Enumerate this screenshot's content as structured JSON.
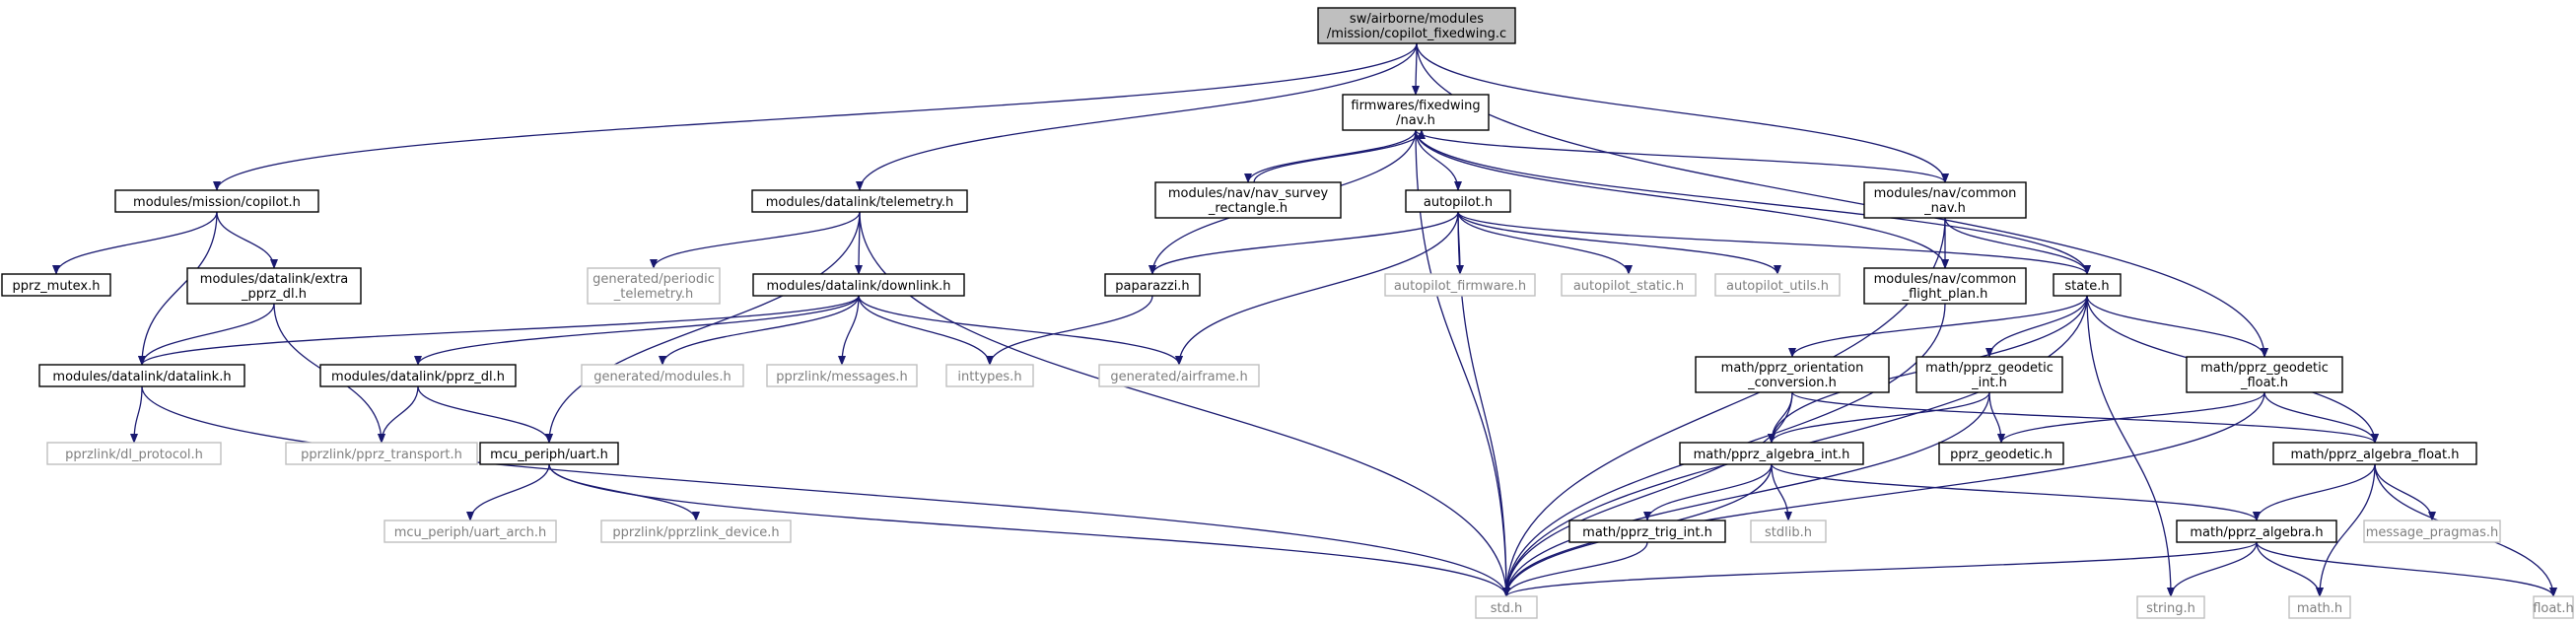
{
  "colors": {
    "edge": "#191970",
    "root_fill": "#bfbfbf",
    "root_stroke": "#000000",
    "node_stroke": "#000000",
    "external_stroke": "#bfbfbf",
    "text": "#000000",
    "external_text": "#7f7f7f"
  },
  "nodes": [
    {
      "id": "root",
      "lines": [
        "sw/airborne/modules",
        "/mission/copilot_fixedwing.c"
      ],
      "kind": "root"
    },
    {
      "id": "nav",
      "lines": [
        "firmwares/fixedwing",
        "/nav.h"
      ],
      "kind": "normal"
    },
    {
      "id": "copilot",
      "lines": [
        "modules/mission/copilot.h"
      ],
      "kind": "normal"
    },
    {
      "id": "telemetry",
      "lines": [
        "modules/datalink/telemetry.h"
      ],
      "kind": "normal"
    },
    {
      "id": "survey",
      "lines": [
        "modules/nav/nav_survey",
        "_rectangle.h"
      ],
      "kind": "normal"
    },
    {
      "id": "autopilot",
      "lines": [
        "autopilot.h"
      ],
      "kind": "normal"
    },
    {
      "id": "commonnav",
      "lines": [
        "modules/nav/common",
        "_nav.h"
      ],
      "kind": "normal"
    },
    {
      "id": "mutex",
      "lines": [
        "pprz_mutex.h"
      ],
      "kind": "normal"
    },
    {
      "id": "extra",
      "lines": [
        "modules/datalink/extra",
        "_pprz_dl.h"
      ],
      "kind": "normal"
    },
    {
      "id": "gentelem",
      "lines": [
        "generated/periodic",
        "_telemetry.h"
      ],
      "kind": "external"
    },
    {
      "id": "downlink",
      "lines": [
        "modules/datalink/downlink.h"
      ],
      "kind": "normal"
    },
    {
      "id": "paparazzi",
      "lines": [
        "paparazzi.h"
      ],
      "kind": "normal"
    },
    {
      "id": "apfirm",
      "lines": [
        "autopilot_firmware.h"
      ],
      "kind": "external"
    },
    {
      "id": "apstatic",
      "lines": [
        "autopilot_static.h"
      ],
      "kind": "external"
    },
    {
      "id": "aputils",
      "lines": [
        "autopilot_utils.h"
      ],
      "kind": "external"
    },
    {
      "id": "flightplan",
      "lines": [
        "modules/nav/common",
        "_flight_plan.h"
      ],
      "kind": "normal"
    },
    {
      "id": "state",
      "lines": [
        "state.h"
      ],
      "kind": "normal"
    },
    {
      "id": "datalink",
      "lines": [
        "modules/datalink/datalink.h"
      ],
      "kind": "normal"
    },
    {
      "id": "pprzdl",
      "lines": [
        "modules/datalink/pprz_dl.h"
      ],
      "kind": "normal"
    },
    {
      "id": "genmodules",
      "lines": [
        "generated/modules.h"
      ],
      "kind": "external"
    },
    {
      "id": "messages",
      "lines": [
        "pprzlink/messages.h"
      ],
      "kind": "external"
    },
    {
      "id": "inttypes",
      "lines": [
        "inttypes.h"
      ],
      "kind": "external"
    },
    {
      "id": "airframe",
      "lines": [
        "generated/airframe.h"
      ],
      "kind": "external"
    },
    {
      "id": "orient",
      "lines": [
        "math/pprz_orientation",
        "_conversion.h"
      ],
      "kind": "normal"
    },
    {
      "id": "geoint",
      "lines": [
        "math/pprz_geodetic",
        "_int.h"
      ],
      "kind": "normal"
    },
    {
      "id": "geofloat",
      "lines": [
        "math/pprz_geodetic",
        "_float.h"
      ],
      "kind": "normal"
    },
    {
      "id": "dlproto",
      "lines": [
        "pprzlink/dl_protocol.h"
      ],
      "kind": "external"
    },
    {
      "id": "transport",
      "lines": [
        "pprzlink/pprz_transport.h"
      ],
      "kind": "external"
    },
    {
      "id": "uart",
      "lines": [
        "mcu_periph/uart.h"
      ],
      "kind": "normal"
    },
    {
      "id": "algint",
      "lines": [
        "math/pprz_algebra_int.h"
      ],
      "kind": "normal"
    },
    {
      "id": "geodetic",
      "lines": [
        "pprz_geodetic.h"
      ],
      "kind": "normal"
    },
    {
      "id": "algfloat",
      "lines": [
        "math/pprz_algebra_float.h"
      ],
      "kind": "normal"
    },
    {
      "id": "uartarch",
      "lines": [
        "mcu_periph/uart_arch.h"
      ],
      "kind": "external"
    },
    {
      "id": "device",
      "lines": [
        "pprzlink/pprzlink_device.h"
      ],
      "kind": "external"
    },
    {
      "id": "trigint",
      "lines": [
        "math/pprz_trig_int.h"
      ],
      "kind": "normal"
    },
    {
      "id": "stdlib",
      "lines": [
        "stdlib.h"
      ],
      "kind": "external"
    },
    {
      "id": "algebra",
      "lines": [
        "math/pprz_algebra.h"
      ],
      "kind": "normal"
    },
    {
      "id": "msgprag",
      "lines": [
        "message_pragmas.h"
      ],
      "kind": "external"
    },
    {
      "id": "stdh",
      "lines": [
        "std.h"
      ],
      "kind": "external"
    },
    {
      "id": "string",
      "lines": [
        "string.h"
      ],
      "kind": "external"
    },
    {
      "id": "math",
      "lines": [
        "math.h"
      ],
      "kind": "external"
    },
    {
      "id": "float",
      "lines": [
        "float.h"
      ],
      "kind": "external"
    }
  ],
  "edges": [
    [
      "root",
      "copilot"
    ],
    [
      "root",
      "telemetry"
    ],
    [
      "root",
      "nav"
    ],
    [
      "root",
      "commonnav"
    ],
    [
      "root",
      "geofloat"
    ],
    [
      "copilot",
      "mutex"
    ],
    [
      "copilot",
      "extra"
    ],
    [
      "copilot",
      "datalink"
    ],
    [
      "extra",
      "datalink"
    ],
    [
      "extra",
      "transport"
    ],
    [
      "telemetry",
      "gentelem"
    ],
    [
      "telemetry",
      "downlink"
    ],
    [
      "telemetry",
      "uart"
    ],
    [
      "telemetry",
      "stdh"
    ],
    [
      "downlink",
      "datalink"
    ],
    [
      "downlink",
      "pprzdl"
    ],
    [
      "downlink",
      "genmodules"
    ],
    [
      "downlink",
      "messages"
    ],
    [
      "downlink",
      "inttypes"
    ],
    [
      "downlink",
      "airframe"
    ],
    [
      "datalink",
      "dlproto"
    ],
    [
      "datalink",
      "stdh"
    ],
    [
      "pprzdl",
      "transport"
    ],
    [
      "pprzdl",
      "uart"
    ],
    [
      "uart",
      "uartarch"
    ],
    [
      "uart",
      "device"
    ],
    [
      "uart",
      "stdh"
    ],
    [
      "nav",
      "survey"
    ],
    [
      "survey",
      "nav"
    ],
    [
      "nav",
      "paparazzi"
    ],
    [
      "nav",
      "autopilot"
    ],
    [
      "nav",
      "commonnav"
    ],
    [
      "nav",
      "flightplan"
    ],
    [
      "nav",
      "state"
    ],
    [
      "nav",
      "stdh"
    ],
    [
      "paparazzi",
      "inttypes"
    ],
    [
      "autopilot",
      "paparazzi"
    ],
    [
      "autopilot",
      "airframe"
    ],
    [
      "autopilot",
      "apfirm"
    ],
    [
      "autopilot",
      "apstatic"
    ],
    [
      "autopilot",
      "aputils"
    ],
    [
      "autopilot",
      "state"
    ],
    [
      "autopilot",
      "stdh"
    ],
    [
      "commonnav",
      "flightplan"
    ],
    [
      "commonnav",
      "state"
    ],
    [
      "commonnav",
      "stdh"
    ],
    [
      "flightplan",
      "stdh"
    ],
    [
      "state",
      "stdh"
    ],
    [
      "state",
      "orient"
    ],
    [
      "state",
      "geoint"
    ],
    [
      "state",
      "geofloat"
    ],
    [
      "state",
      "algint"
    ],
    [
      "state",
      "algfloat"
    ],
    [
      "state",
      "string"
    ],
    [
      "orient",
      "algint"
    ],
    [
      "orient",
      "algfloat"
    ],
    [
      "orient",
      "stdh"
    ],
    [
      "geoint",
      "algint"
    ],
    [
      "geoint",
      "geodetic"
    ],
    [
      "geoint",
      "stdh"
    ],
    [
      "geofloat",
      "geodetic"
    ],
    [
      "geofloat",
      "algfloat"
    ],
    [
      "geofloat",
      "stdh"
    ],
    [
      "algint",
      "trigint"
    ],
    [
      "algint",
      "stdlib"
    ],
    [
      "algint",
      "algebra"
    ],
    [
      "algint",
      "stdh"
    ],
    [
      "trigint",
      "stdh"
    ],
    [
      "algfloat",
      "algebra"
    ],
    [
      "algfloat",
      "msgprag"
    ],
    [
      "algfloat",
      "math"
    ],
    [
      "algfloat",
      "float"
    ],
    [
      "algebra",
      "stdh"
    ],
    [
      "algebra",
      "string"
    ],
    [
      "algebra",
      "math"
    ],
    [
      "algebra",
      "float"
    ]
  ]
}
